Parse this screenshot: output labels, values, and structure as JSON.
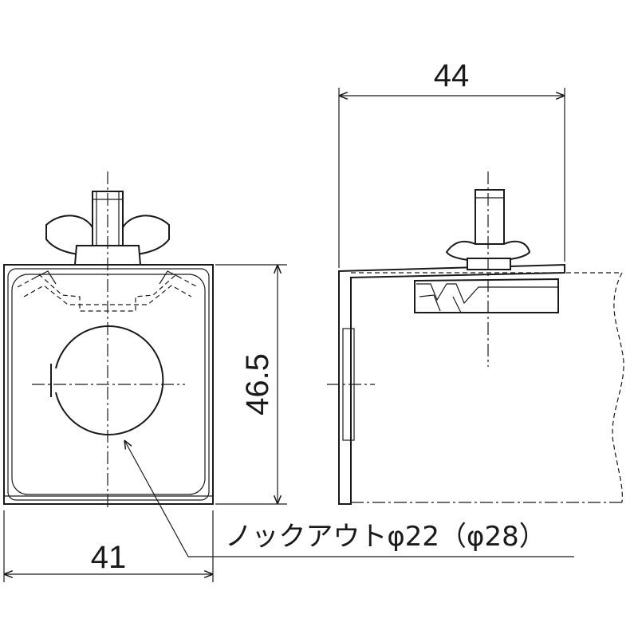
{
  "dimensions": {
    "width_label": "41",
    "height_label": "46.5",
    "depth_label": "44"
  },
  "callout": {
    "text": "ノックアウトφ22（φ28）"
  }
}
